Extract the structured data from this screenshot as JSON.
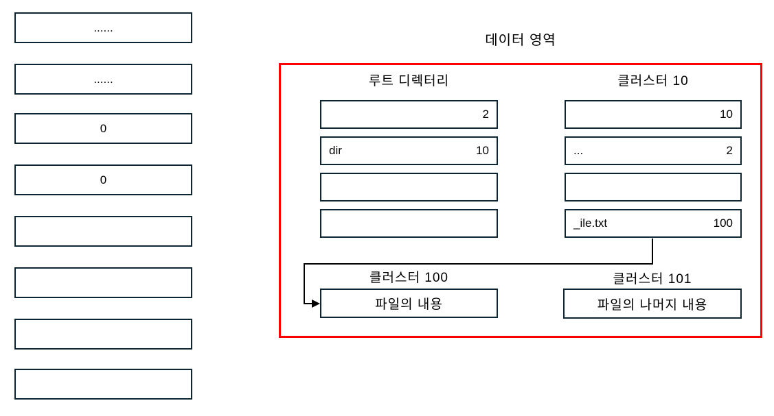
{
  "title": "데이터 영역",
  "memory_column": {
    "cells": [
      {
        "label": "......"
      },
      {
        "label": "......"
      },
      {
        "label": "0"
      },
      {
        "label": "0"
      },
      {
        "label": ""
      },
      {
        "label": ""
      },
      {
        "label": ""
      },
      {
        "label": ""
      }
    ]
  },
  "data_area": {
    "root_directory": {
      "label": "루트 디렉터리",
      "entries": [
        {
          "name": "",
          "value": "2"
        },
        {
          "name": "dir",
          "value": "10"
        },
        {
          "name": "",
          "value": ""
        },
        {
          "name": "",
          "value": ""
        }
      ]
    },
    "cluster_10": {
      "label": "클러스터 10",
      "entries": [
        {
          "name": "",
          "value": "10"
        },
        {
          "name": "...",
          "value": "2"
        },
        {
          "name": "",
          "value": ""
        },
        {
          "name": "_ile.txt",
          "value": "100"
        }
      ]
    },
    "cluster_100": {
      "label": "클러스터 100",
      "content": "파일의 내용"
    },
    "cluster_101": {
      "label": "클러스터 101",
      "content": "파일의 나머지 내용"
    }
  },
  "colors": {
    "data_area_border": "#ff0000",
    "box_border": "#0d2633",
    "arrow": "#000000"
  }
}
